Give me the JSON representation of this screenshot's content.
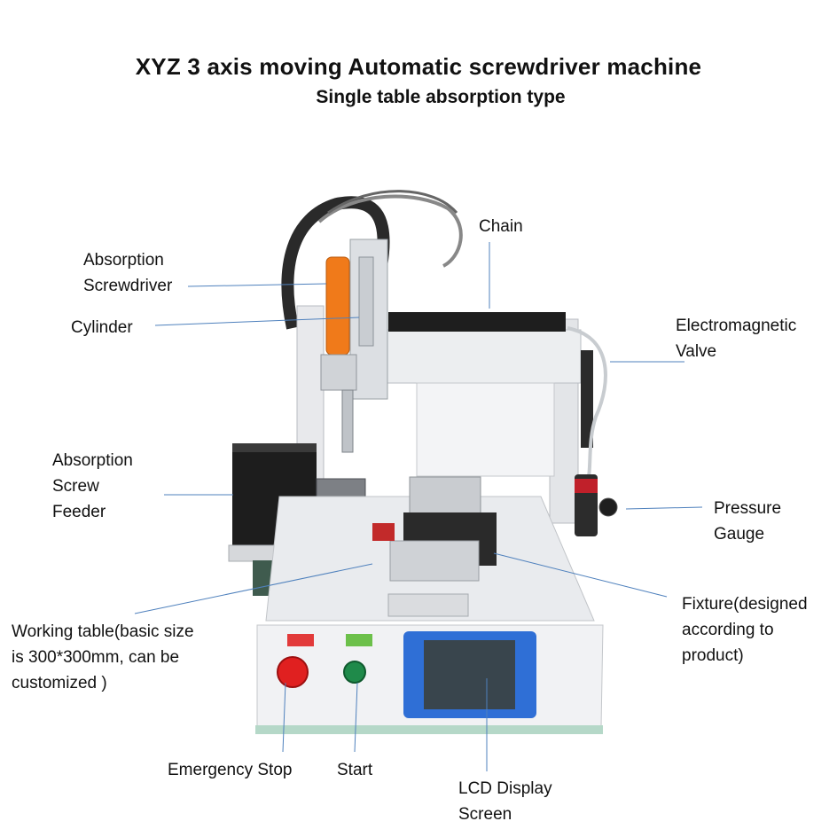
{
  "title": "XYZ 3 axis moving Automatic screwdriver machine",
  "subtitle": "Single table absorption type",
  "labels": {
    "chain": [
      "Chain"
    ],
    "absorption_screwdriver": [
      "Absorption",
      "Screwdriver"
    ],
    "cylinder": [
      "Cylinder"
    ],
    "electromagnetic_valve": [
      "Electromagnetic",
      "Valve"
    ],
    "absorption_screw_feeder": [
      "Absorption",
      "Screw",
      "Feeder"
    ],
    "pressure_gauge": [
      "Pressure",
      "Gauge"
    ],
    "fixture": [
      "Fixture(designed",
      "according to",
      "product)"
    ],
    "working_table": [
      "Working table(basic size",
      "is 300*300mm, can be",
      "customized )"
    ],
    "emergency_stop": [
      "Emergency Stop"
    ],
    "start": [
      "Start"
    ],
    "lcd_display": [
      "LCD Display",
      "Screen"
    ]
  },
  "colors": {
    "leader_line": "#4f81bd",
    "lcd_frame": "#2f6fd6",
    "emergency_button": "#e02020",
    "start_button": "#1f8a4a",
    "screwdriver_orange": "#f07a1a"
  }
}
